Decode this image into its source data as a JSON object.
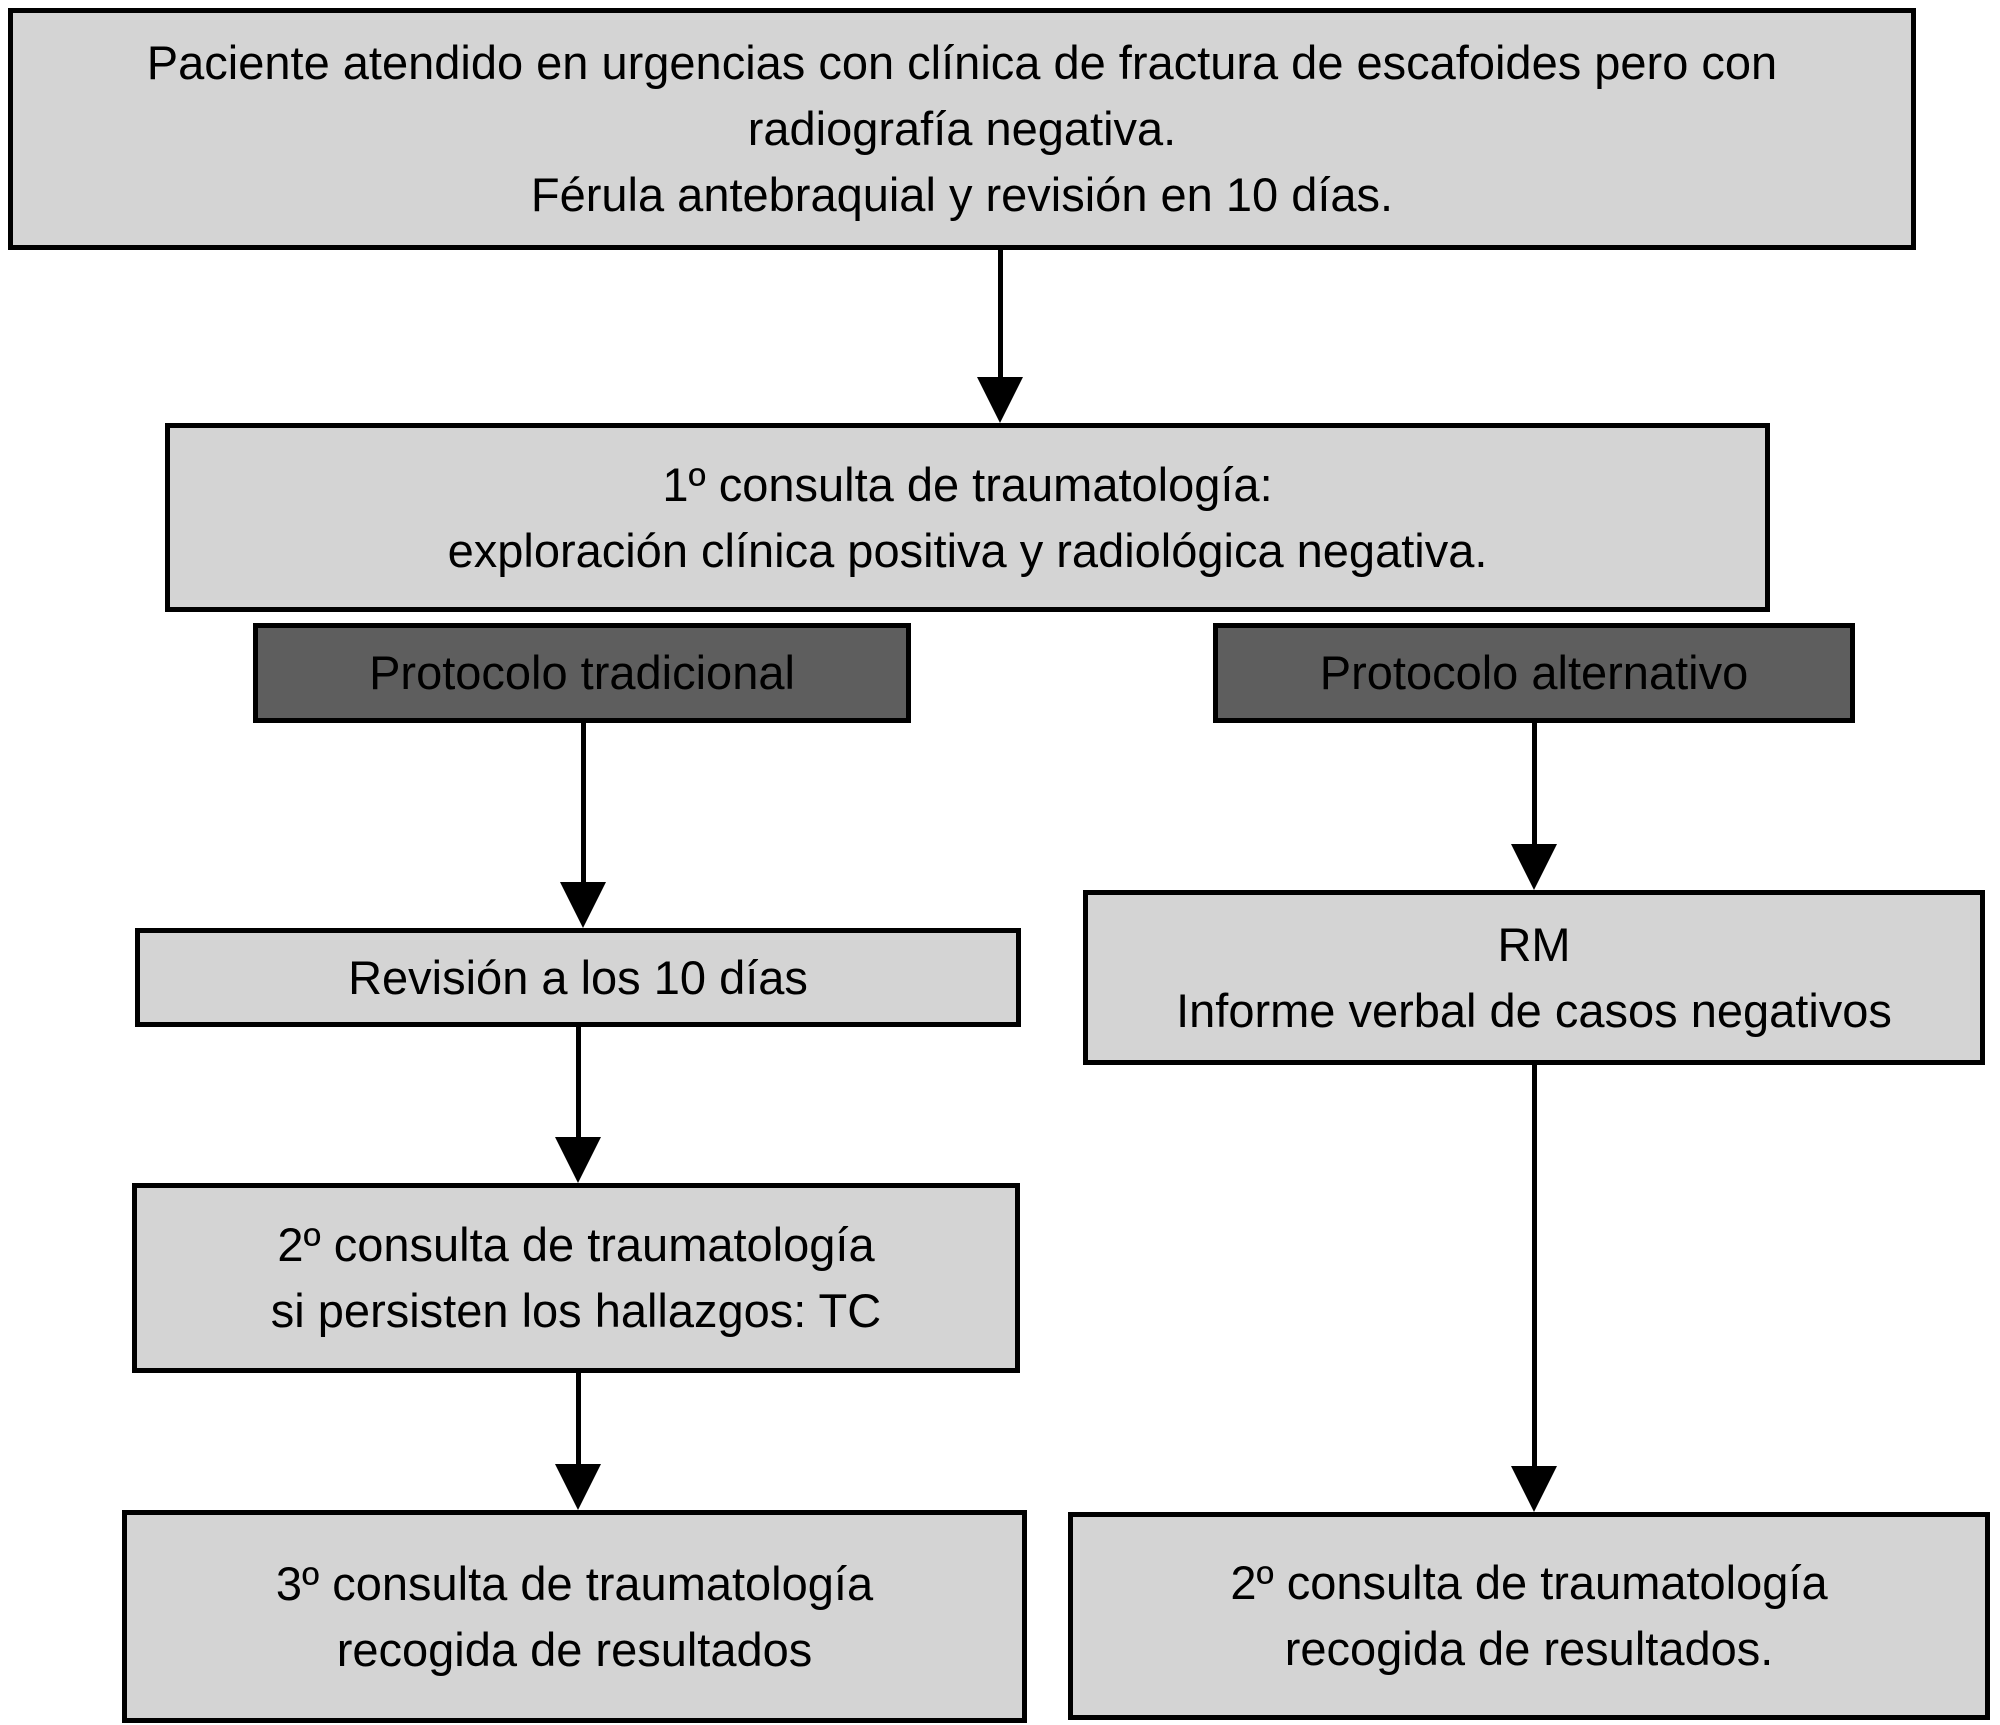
{
  "diagram": {
    "type": "flowchart",
    "language": "es",
    "colors": {
      "canvas_bg": "#ffffff",
      "box_bg": "#d4d4d4",
      "dark_bg": "#5e5e5e",
      "border": "#000000",
      "text": "#000000"
    },
    "nodes": {
      "start": {
        "lines": [
          "Paciente atendido en urgencias con clínica de fractura de escafoides pero con",
          "radiografía negativa.",
          "Férula antebraquial y revisión en 10 días."
        ]
      },
      "consulta1": {
        "lines": [
          "1º consulta de traumatología:",
          "exploración clínica positiva y radiológica negativa."
        ]
      },
      "protocolo_tradicional": {
        "label": "Protocolo tradicional"
      },
      "protocolo_alternativo": {
        "label": "Protocolo alternativo"
      },
      "revision": {
        "label": "Revisión a los 10 días"
      },
      "rm": {
        "lines": [
          "RM",
          "Informe verbal de casos negativos"
        ]
      },
      "consulta2_tc": {
        "lines": [
          "2º consulta de traumatología",
          "si persisten los hallazgos: TC"
        ]
      },
      "consulta3": {
        "lines": [
          "3º consulta de traumatología",
          "recogida de resultados"
        ]
      },
      "consulta2_final": {
        "lines": [
          "2º consulta de traumatología",
          "recogida de resultados."
        ]
      }
    },
    "edges": [
      {
        "from": "start",
        "to": "consulta1"
      },
      {
        "from": "protocolo_tradicional",
        "to": "revision"
      },
      {
        "from": "protocolo_alternativo",
        "to": "rm"
      },
      {
        "from": "revision",
        "to": "consulta2_tc"
      },
      {
        "from": "consulta2_tc",
        "to": "consulta3"
      },
      {
        "from": "rm",
        "to": "consulta2_final"
      }
    ]
  }
}
